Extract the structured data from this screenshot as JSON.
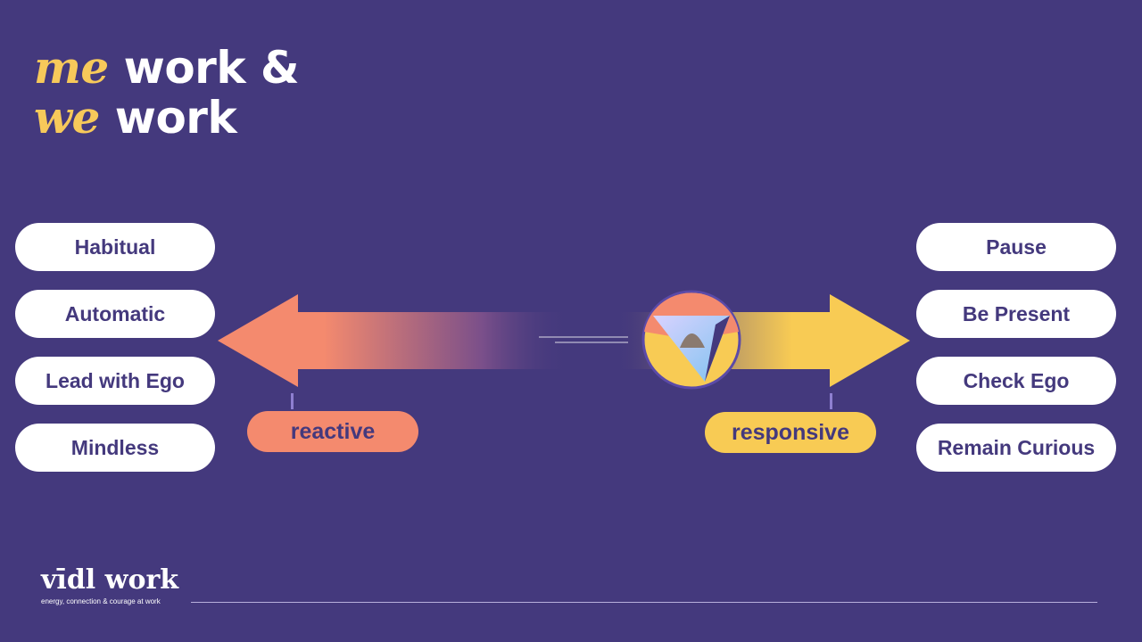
{
  "title": {
    "line1_accent": "me",
    "line1_rest": " work &",
    "line2_accent": "we",
    "line2_rest": " work"
  },
  "left_items": [
    "Habitual",
    "Automatic",
    "Lead with Ego",
    "Mindless"
  ],
  "right_items": [
    "Pause",
    "Be Present",
    "Check Ego",
    "Remain Curious"
  ],
  "tags": {
    "reactive": "reactive",
    "responsive": "responsive"
  },
  "brand": {
    "name": "vīdl work",
    "tagline": "energy, connection & courage at work"
  },
  "colors": {
    "background": "#44397d",
    "reactive": "#f48a6e",
    "responsive": "#f8cb54",
    "text_dark": "#44397d"
  }
}
